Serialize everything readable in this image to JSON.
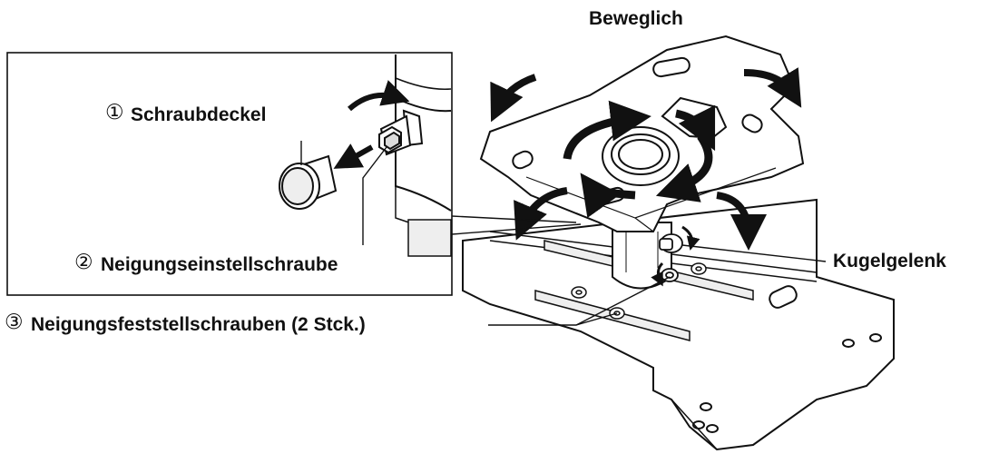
{
  "labels": {
    "movable": "Beweglich",
    "screw_cap": {
      "number": "①",
      "text": "Schraubdeckel"
    },
    "tilt_adjust_screw": {
      "number": "②",
      "text": "Neigungseinstellschraube"
    },
    "ball_joint": "Kugelgelenk",
    "tilt_lock_screws": {
      "number": "③",
      "text": "Neigungsfeststellschrauben (2 Stck.)"
    }
  },
  "colors": {
    "line": "#111111",
    "fill": "#ffffff",
    "shade": "#d9d9d9"
  }
}
